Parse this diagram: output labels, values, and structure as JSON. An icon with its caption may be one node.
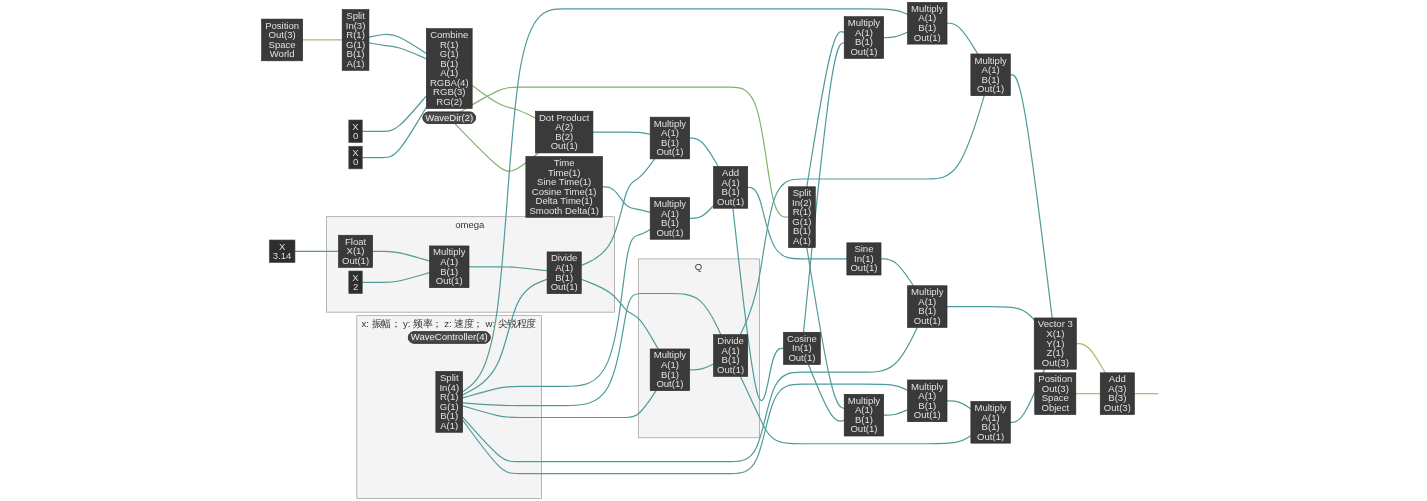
{
  "diagram": {
    "nodes": [
      {
        "text": [
          "Position",
          "Out(3)",
          "Space",
          "World"
        ]
      },
      {
        "text": [
          "Split",
          "In(3)",
          "R(1)",
          "G(1)",
          "B(1)",
          "A(1)"
        ]
      },
      {
        "text": [
          "X",
          "0"
        ]
      },
      {
        "text": [
          "X",
          "0"
        ]
      },
      {
        "text": [
          "Combine",
          "R(1)",
          "G(1)",
          "B(1)",
          "A(1)",
          "RGBA(4)",
          "RGB(3)",
          "RG(2)"
        ]
      },
      {
        "text": [
          "WaveDir(2)"
        ]
      },
      {
        "text": [
          "Dot Product",
          "A(2)",
          "B(2)",
          "Out(1)"
        ]
      },
      {
        "text": [
          "omega"
        ]
      },
      {
        "text": [
          "X",
          "3.14"
        ]
      },
      {
        "text": [
          "Float",
          "X(1)",
          "Out(1)"
        ],
        "in": 7
      },
      {
        "text": [
          "Multiply",
          "A(1)",
          "B(1)",
          "Out(1)"
        ],
        "in": 7
      },
      {
        "text": [
          "X",
          "2"
        ],
        "in": 7
      },
      {
        "text": [
          "Divide",
          "A(1)",
          "B(1)",
          "Out(1)"
        ],
        "in": 7
      },
      {
        "text": [
          "Time",
          "Time(1)",
          "Sine Time(1)",
          "Cosine Time(1)",
          "Delta Time(1)",
          "Smooth Delta(1)"
        ]
      },
      {
        "text": [
          "Multiply",
          "A(1)",
          "B(1)",
          "Out(1)"
        ]
      },
      {
        "text": [
          "Multiply",
          "A(1)",
          "B(1)",
          "Out(1)"
        ]
      },
      {
        "text": [
          "Add",
          "A(1)",
          "B(1)",
          "Out(1)"
        ]
      },
      {
        "text": [
          "Split",
          "In(2)",
          "R(1)",
          "G(1)",
          "B(1)",
          "A(1)"
        ]
      },
      {
        "text": [
          "Sine",
          "In(1)",
          "Out(1)"
        ]
      },
      {
        "text": [
          "Cosine",
          "In(1)",
          "Out(1)"
        ]
      },
      {
        "text": [
          "x: 振幅； y: 频率； z: 速度； w: 尖锐程度"
        ]
      },
      {
        "text": [
          "WaveController(4)"
        ],
        "in": 20
      },
      {
        "text": [
          "Split",
          "In(4)",
          "R(1)",
          "G(1)",
          "B(1)",
          "A(1)"
        ],
        "in": 20
      },
      {
        "text": [
          "Q"
        ]
      },
      {
        "text": [
          "Divide",
          "A(1)",
          "B(1)",
          "Out(1)"
        ],
        "in": 23
      },
      {
        "text": [
          "Multiply",
          "A(1)",
          "B(1)",
          "Out(1)"
        ],
        "in": 23
      },
      {
        "text": [
          "Multiply",
          "A(1)",
          "B(1)",
          "Out(1)"
        ]
      },
      {
        "text": [
          "Multiply",
          "A(1)",
          "B(1)",
          "Out(1)"
        ]
      },
      {
        "text": [
          "Multiply",
          "A(1)",
          "B(1)",
          "Out(1)"
        ]
      },
      {
        "text": [
          "Multiply",
          "A(1)",
          "B(1)",
          "Out(1)"
        ]
      },
      {
        "text": [
          "Multiply",
          "A(1)",
          "B(1)",
          "Out(1)"
        ]
      },
      {
        "text": [
          "Multiply",
          "A(1)",
          "B(1)",
          "Out(1)"
        ]
      },
      {
        "text": [
          "Multiply",
          "A(1)",
          "B(1)",
          "Out(1)"
        ]
      },
      {
        "text": [
          "Vector 3",
          "X(1)",
          "Y(1)",
          "Z(1)",
          "Out(3)"
        ]
      },
      {
        "text": [
          "Position",
          "Out(3)",
          "Space",
          "Object"
        ]
      },
      {
        "text": [
          "Add",
          "A(3)",
          "B(3)",
          "Out(3)"
        ]
      }
    ],
    "edges": [
      {
        "from": 0,
        "to": 1,
        "arrow": "none",
        "color": "#b5b56a"
      },
      {
        "from": 1,
        "to": 4,
        "arrow": "none"
      },
      {
        "from": 1,
        "to": 4,
        "arrow": "none"
      },
      {
        "from": 2,
        "to": 4,
        "arrow": "none"
      },
      {
        "from": 3,
        "to": 4,
        "arrow": "none"
      },
      {
        "from": 4,
        "to": 6,
        "arrow": "none",
        "color": "#7fb56a"
      },
      {
        "from": 5,
        "to": 6,
        "arrow": "none",
        "color": "#7fb56a"
      },
      {
        "from": 5,
        "to": 17,
        "arrow": "none",
        "color": "#7fb56a"
      },
      {
        "from": 6,
        "to": 14,
        "arrow": "none"
      },
      {
        "from": 8,
        "to": 9,
        "arrow": "none"
      },
      {
        "from": 9,
        "to": 10,
        "arrow": "none"
      },
      {
        "from": 11,
        "to": 10,
        "arrow": "none"
      },
      {
        "from": 10,
        "to": 12,
        "arrow": "none"
      },
      {
        "from": 22,
        "to": 12,
        "arrow": "none"
      },
      {
        "from": 12,
        "to": 14,
        "arrow": "none"
      },
      {
        "from": 12,
        "to": 25,
        "arrow": "none"
      },
      {
        "from": 13,
        "to": 15,
        "arrow": "none"
      },
      {
        "from": 22,
        "to": 15,
        "arrow": "none"
      },
      {
        "from": 14,
        "to": 16,
        "arrow": "none"
      },
      {
        "from": 15,
        "to": 16,
        "arrow": "none"
      },
      {
        "from": 16,
        "to": 18,
        "arrow": "none"
      },
      {
        "from": 16,
        "to": 19,
        "arrow": "none"
      },
      {
        "from": 17,
        "to": 26,
        "arrow": "none"
      },
      {
        "from": 17,
        "to": 27,
        "arrow": "none"
      },
      {
        "from": 18,
        "to": 28,
        "arrow": "none"
      },
      {
        "from": 19,
        "to": 26,
        "arrow": "none"
      },
      {
        "from": 19,
        "to": 27,
        "arrow": "none"
      },
      {
        "from": 22,
        "to": 28,
        "arrow": "none"
      },
      {
        "from": 22,
        "to": 29,
        "arrow": "none"
      },
      {
        "from": 22,
        "to": 30,
        "arrow": "none"
      },
      {
        "from": 22,
        "to": 25,
        "arrow": "none"
      },
      {
        "from": 22,
        "to": 24,
        "arrow": "none"
      },
      {
        "from": 25,
        "to": 24,
        "arrow": "none"
      },
      {
        "from": 26,
        "to": 29,
        "arrow": "none"
      },
      {
        "from": 27,
        "to": 30,
        "arrow": "none"
      },
      {
        "from": 29,
        "to": 31,
        "arrow": "none"
      },
      {
        "from": 30,
        "to": 32,
        "arrow": "none"
      },
      {
        "from": 24,
        "to": 31,
        "arrow": "none"
      },
      {
        "from": 24,
        "to": 32,
        "arrow": "none"
      },
      {
        "from": 31,
        "to": 33,
        "arrow": "none"
      },
      {
        "from": 28,
        "to": 33,
        "arrow": "none"
      },
      {
        "from": 32,
        "to": 33,
        "arrow": "none"
      },
      {
        "from": 33,
        "to": 35,
        "arrow": "none",
        "color": "#b5b56a"
      },
      {
        "from": 34,
        "to": 35,
        "arrow": "none",
        "color": "#b5b56a"
      },
      {
        "from": 35,
        "to": null,
        "arrow": "none",
        "color": "#b5b56a"
      }
    ]
  }
}
